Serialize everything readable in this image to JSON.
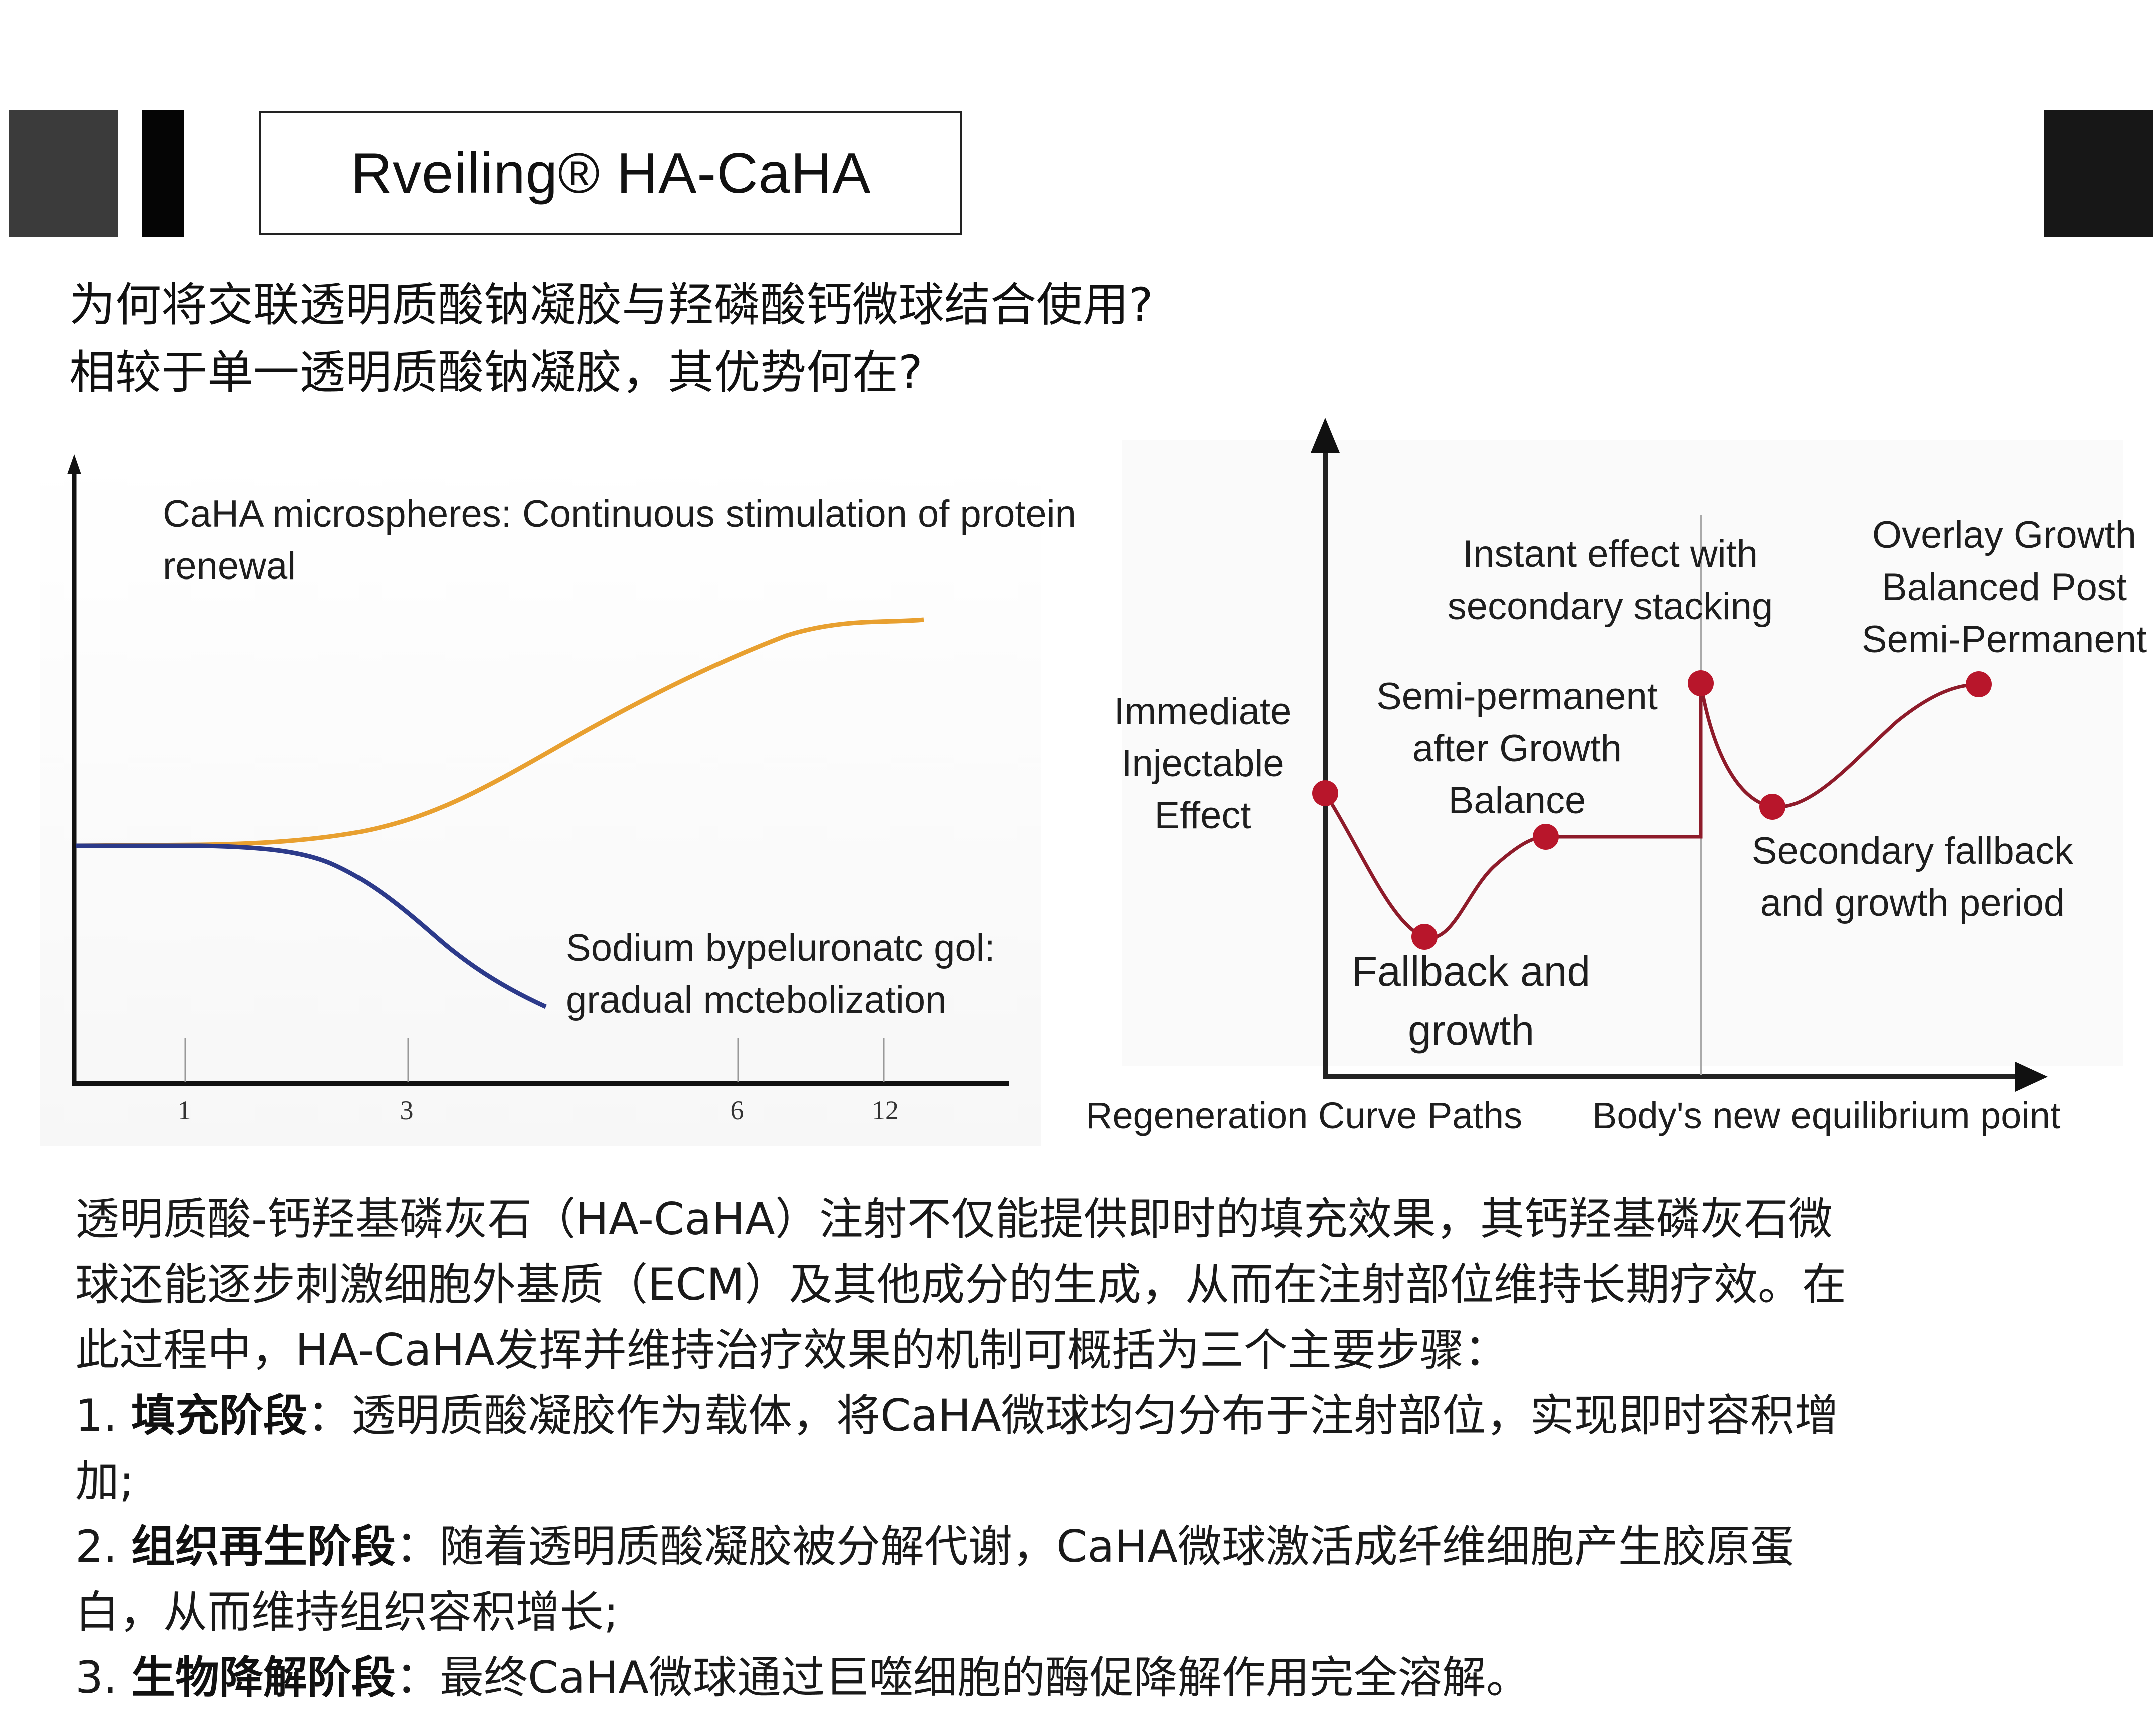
{
  "header": {
    "title": "Rveiling® HA-CaHA"
  },
  "questions": [
    "为何将交联透明质酸钠凝胶与羟磷酸钙微球结合使用?",
    "相较于单一透明质酸钠凝胶，其优势何在?"
  ],
  "chart_left": {
    "annotation_caha_line1": "CaHA microspheres: Continuous stimulation of protein",
    "annotation_caha_line2": "renewal",
    "annotation_ha_line1": "Sodium bypeluronatc gol:",
    "annotation_ha_line2": "gradual mctebolization",
    "x_ticks": [
      "1",
      "3",
      "6",
      "12"
    ]
  },
  "chart_right": {
    "labels": {
      "immediate": [
        "Immediate",
        "Injectable",
        "Effect"
      ],
      "instant": [
        "Instant effect with",
        "secondary stacking"
      ],
      "overlay": [
        "Overlay Growth",
        "Balanced Post",
        "Semi-Permanent"
      ],
      "semi_permanent": [
        "Semi-permanent",
        "after Growth",
        "Balance"
      ],
      "secondary_fallback": [
        "Secondary fallback",
        "and growth period"
      ],
      "fallback": [
        "Fallback and",
        "growth"
      ]
    },
    "x_caption_left": "Regeneration Curve Paths",
    "x_caption_right": "Body's new equilibrium point"
  },
  "body": {
    "intro_lines": [
      "透明质酸-钙羟基磷灰石（HA-CaHA）注射不仅能提供即时的填充效果，其钙羟基磷灰石微",
      "球还能逐步刺激细胞外基质（ECM）及其他成分的生成，从而在注射部位维持长期疗效。在",
      "此过程中，HA-CaHA发挥并维持治疗效果的机制可概括为三个主要步骤："
    ],
    "steps": [
      {
        "num": "1.",
        "title": "填充阶段",
        "sep": "：",
        "line1": "透明质酸凝胶作为载体，将CaHA微球均匀分布于注射部位，实现即时容积增",
        "line2": "加;"
      },
      {
        "num": "2.",
        "title": "组织再生阶段",
        "sep": "：",
        "line1": "随着透明质酸凝胶被分解代谢，CaHA微球激活成纤维细胞产生胶原蛋",
        "line2": "白，从而维持组织容积增长;"
      },
      {
        "num": "3.",
        "title": "生物降解阶段",
        "sep": "：",
        "line1": "最终CaHA微球通过巨噬细胞的酶促降解作用完全溶解。",
        "line2": ""
      }
    ]
  },
  "colors": {
    "caha_curve": "#e8a030",
    "ha_curve": "#2c3a8a",
    "regen_curve": "#8e1b2a",
    "regen_point": "#b8162b"
  }
}
